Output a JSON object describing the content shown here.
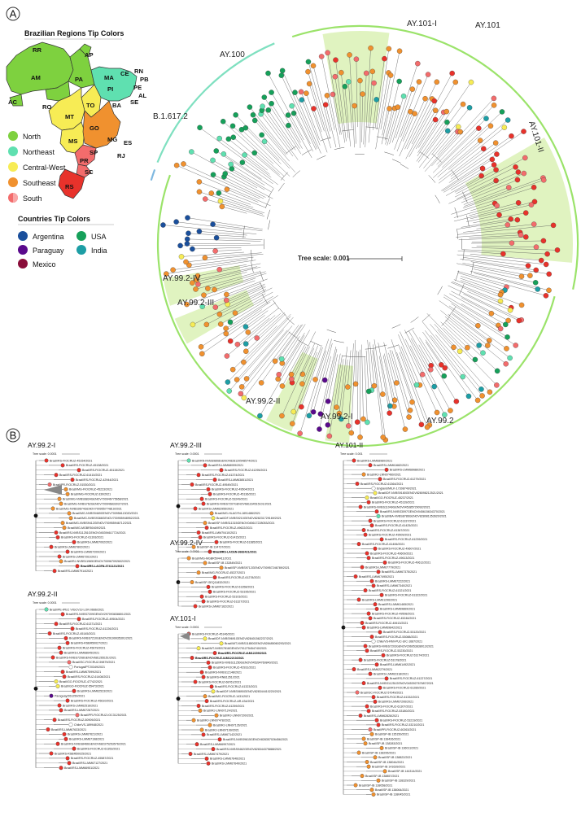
{
  "panel_a": {
    "label": "A",
    "regions_title": "Brazilian Regions Tip Colors",
    "regions": [
      {
        "name": "North",
        "color": "#7ed13f"
      },
      {
        "name": "Northeast",
        "color": "#5fe0b0"
      },
      {
        "name": "Central-West",
        "color": "#f7ec55"
      },
      {
        "name": "Southeast",
        "color": "#f0912f"
      },
      {
        "name": "South",
        "color": "#f36c6c"
      }
    ],
    "countries_title": "Countries Tip Colors",
    "countries": [
      {
        "name": "Argentina",
        "color": "#1a4f9c"
      },
      {
        "name": "USA",
        "color": "#16a05a"
      },
      {
        "name": "Paraguay",
        "color": "#5a0a8c"
      },
      {
        "name": "India",
        "color": "#1d9ea5"
      },
      {
        "name": "Mexico",
        "color": "#8a0d3a"
      }
    ],
    "states": [
      "RR",
      "AP",
      "AM",
      "PA",
      "MA",
      "CE",
      "RN",
      "PB",
      "PI",
      "PE",
      "AL",
      "SE",
      "AC",
      "RO",
      "TO",
      "BA",
      "MT",
      "GO",
      "MG",
      "ES",
      "MS",
      "SP",
      "RJ",
      "PR",
      "SC",
      "RS"
    ],
    "clades": {
      "ay101": "AY.101",
      "ay101_1": "AY.101-I",
      "ay101_2": "AY.101-II",
      "ay100": "AY.100",
      "b1617": "B.1.617.2",
      "ay99_2": "AY.99.2",
      "ay99_2_1": "AY.99.2-I",
      "ay99_2_2": "AY.99.2-II",
      "ay99_2_3": "AY.99.2-III",
      "ay99_2_4": "AY.99.2-IV"
    },
    "tree_scale": "Tree scale: 0.001"
  },
  "panel_b": {
    "label": "B",
    "scale_text": "Tree scale: 0.0001",
    "ay101_scale_text": "Tree scale: 0.001",
    "subtrees": [
      {
        "title": "AY.99.2-I",
        "tips": [
          "Brazil/RS-FIOCRUZ-45154/2021",
          "Brazil/RS-FIOCRUZ-45138/2021",
          "Brazil/RS-FIOCRUZ-45115/2021",
          "Brazil/RS-FIOCRUZ-61410/2021",
          "Brazil/RS-FIOCRUZ-42944/2021",
          "Brazil/PR-FIOCRUZ-51530/2021",
          "Brazil/MG-FIOCRUZ-45223/2021",
          "Brazil/MG-FIOCRUZ-339/2021",
          "Brazil/MG-NVBS6834GENOV700946775658/2021",
          "Brazil/MG-NVBS762GENOV700946833037/2021",
          "Brazil/MG-NVBS9674GENOV700955774819/2021",
          "Brazil/MG-NVBS9469GENOV700956113020/2021",
          "Brazil/MG-NVBS9388GENOV700955948952/2021",
          "Brazil/MG-NVBS9412GENOV700955946712/2021",
          "Brazil/MG-MGBR50409/2021",
          "Brazil/RS-NVBS11251GENOV045394617724/2021",
          "Brazil/RS-FIOCRUZ-61393/2021",
          "Brazil/RS-LMM67092/2021",
          "Brazil/RS-LMM67802/2021",
          "Brazil/RS-LMM67209/2021",
          "Brazil/RS-LMM67261/2021",
          "Brazil/RJ-NVBS11965GENOV700967092602/2021"
        ],
        "highlight": [
          "Brazil/RS-LACEN-3741121/2021"
        ],
        "last": [
          "Brazil/RS-LMM67914/2021"
        ]
      },
      {
        "title": "AY.99.2-II",
        "tips": [
          "Brazil/PE-IPEC VIGCV19 LON 0666/2021",
          "Brazil/RS-NVBS7209GENOV297093838801/2021",
          "Brazil/RS-FIOCRUZ-49504/2021",
          "Brazil/RS-FIOCRUZ-61371/2021",
          "Brazil/RS-FIOCRUZ-61226/2021",
          "Brazil/RS-FIOCRUZ-45145/2021",
          "Brazil/RS-NVBS7210GENOV29199935301/2021",
          "Brazil/RS-RSBR50027/2021",
          "Brazil/RS-FIOCRUZ-45679/2021",
          "Brazil/RS-LMM68645/2021",
          "Brazil/RS-NVBS7208GENOV681265151/2021",
          "Brazil/SC-FIOCRUZ-59879/2021",
          "Portugal/PT20349/2021",
          "Brazil/RS-LMM67599/2021",
          "Brazil/RS-FIOCRUZ-61408/2021",
          "Brazil/GO-FIOCRUZ-47742/2021",
          "Brazil/GO-FIOCRUZ-55473/2021",
          "Brazil/RS-LMM62523/2021",
          "Paraguay/261250/2021",
          "Brazil/RS-FIOCRUZ-45610/2021",
          "Brazil/RS-LMM62516/2021",
          "Brazil/RS-LMM67287/2021",
          "Brazil/PR-FIOCRUZ-IOC3125/2021",
          "Brazil/RS-FIOCRUZ-50909/2021",
          "Chile/VS-189948/2021",
          "Brazil/RS-LMM67633/2021",
          "Brazil/RS-LMM67621/2021",
          "Brazil/RS-LMM67198/2021",
          "Brazil/RS-NVBS8466GENOV682375253576/2021",
          "Brazil/RS-FIOCRUZ-61353/2021",
          "Brazil/RS-RSBR50025/2021",
          "Brazil/RS-FIOCRUZ-45587/2021",
          "Brazil/RS-LMM67127/2021"
        ],
        "highlight": [],
        "last": [
          "Brazil/RS-LMM66951/2021"
        ]
      },
      {
        "title": "AY.99.2-III",
        "tips": [
          "Brazil/RN-NVBS9808GENOV828120548574/2021",
          "Brazil/RS-LMM68059/2021",
          "Brazil/RS-FIOCRUZ-61295/2021",
          "Brazil/RS-FIOCRUZ-61374/2021",
          "Brazil/RS-LMM63851/2021",
          "Brazil/RS-FIOCRUZ-49549/2021",
          "Brazil/RS-FIOCRUZ-49504/2021",
          "Brazil/RS-FIOCRUZ-45136/2021",
          "Brazil/RS-FIOCRUZ-53249/2021",
          "Brazil/RS-NVBS7207GENOV681164515101/2021",
          "Brazil/RS-LMM62955/2021",
          "Brazil/MG-HLAGYN-1891486/2021",
          "Brazil/DF-NVBS9210GENOV828231729169/2021",
          "Brazil/SP-NVBS11315GENOV045617228053/2021",
          "Brazil/RS-FIOCRUZ-49622/2021",
          "Brazil/RS-LMM70410/2021",
          "Brazil/RS-FIOCRUZ-61415/2021",
          "Brazil/RS-FIOCRUZ-61385/2021",
          "Brazil/SP-IB 134737/2021"
        ],
        "highlight": [
          "Brazil/RS-LACEN-3682421/2021"
        ],
        "last": []
      },
      {
        "title": "AY.99.2-IV",
        "tips": [
          "Brazil/MG-MGBR504411/2021",
          "Brazil/SP-IB 132849/2021",
          "Brazil/SP-NVBS9712GENOV700957246789/2021",
          "Brazil/MG-FIOCRUZ-45227/2021",
          "Brazil/RS-FIOCRUZ-61278/2021",
          "Brazil/SP-SEQ11832/2021",
          "Brazil/RS-FIOCRUZ-61358/2021",
          "Brazil/RS-FIOCRUZ-53195/2021",
          "Brazil/RS-FIOCRUZ-53103/2021",
          "Brazil/RS-FIOCRUZ-61327/2021",
          "Brazil/RS-LMM67162/2021"
        ],
        "highlight": [],
        "last": []
      },
      {
        "title": "AY.101-I",
        "tips": [
          "Brazil/RS-FIOCRUZ-45146/2021",
          "Brazil/DF-NVBS9691GENOV828401562237/2021",
          "Brazil/MT-NVBS11850GENOV828485060293/2021",
          "Brazil/MT-NVBS7818GENOV701275454740/2021"
        ],
        "highlight": [
          "Brazil/RS-FIOCRUZ-IAM12209/2021",
          "Brazil/RS-FIOCRUZ-IAM12210/2021"
        ],
        "tips2": [
          "Brazil/RS-NVBS11250GENOV045394760840/2021",
          "Brazil/RS-FIOCRUZ-42931/2021",
          "Brazil/RS-NVBS12148/2021",
          "Brazil/RS-RNB1351/2021",
          "Brazil/RS-FIOCRUZ-68761/2021",
          "Brazil/RS-FIOCRUZ-61323/2021",
          "Brazil/DF-NVBS9890GENOV828344410220/2021",
          "Brazil/MG-FIOCRUZ-1431/2021",
          "Brazil/RS-FIOCRUZ-AR-434/2021",
          "Brazil/RS-FIOCRUZ-61259/2021",
          "Brazil/RJ-LNN07124/2021",
          "Brazil/RJ-LNN07200/2021",
          "Brazil/RJ-LNN07478/2021",
          "Brazil/RJ-LNN07126/2021",
          "Brazil/RJ-LNN07199/2021",
          "Brazil/RS-LMM67142/2021",
          "Brazil/RS-NVBS9615GENOV828357026456/2021",
          "Brazil/RS-LMM66997/2021",
          "Brazil/RS-NVBS9462GENOV828344375888/2021",
          "Brazil/RS-LMM67479/2021",
          "Brazil/RS-LMM67646/2021",
          "Brazil/RS-LMM67649/2021"
        ],
        "last": []
      },
      {
        "title": "AY.101-II",
        "tips": [
          "Brazil/RS-LMM68980/2021",
          "Brazil/RS-LMM61682/2021",
          "Brazil/RS-LMM68988/2021",
          "Brazil/RJ-LNN07460/2021",
          "Brazil/RS-FIOCRUZ-61279/2021",
          "Brazil/RS-FIOCRUZ-61364/2021",
          "England/MILK-17308749/2021",
          "Brazil/DF-NVBS9180GENOV828098212521/2021",
          "Brazil/GO-FIOCRUZ-45237/2021",
          "Brazil/RS-FIOCRUZ-45139/2021",
          "Brazil/RS-NVBS11049GENOV045385729092/2021",
          "Brazil/RS-NVBS3097GENOV045615634370/2021",
          "Brazil/BA-NVBS8786GENOV828081353620/2021",
          "Brazil/RS-FIOCRUZ-61337/2021",
          "Brazil/RS-FIOCRUZ-61425/2021",
          "Brazil/RS-FIOCRUZ-61367/2021",
          "Brazil/RS-FIOCRUZ-49509/2021",
          "Brazil/RS-FIOCRUZ-61239/2021",
          "Brazil/RS-FIOCRUZ-61406/2021",
          "Brazil/RS-FIOCRUZ-49607/2021",
          "Brazil/RS-FIOCRUZ-49609/2021",
          "Brazil/RS-FIOCRUZ-49613/2021",
          "Brazil/RS-FIOCRUZ-49612/2021",
          "Brazil/RS-LMM67779/2021",
          "Brazil/RS-LMM67375/2021",
          "Brazil/RS-LMM67495/2021",
          "Brazil/RS-LMM67222/2021",
          "Brazil/RS-LMM67340/2021",
          "Brazil/RS-FIOCRUZ-61321/2021",
          "Brazil/RS-FIOCRUZ-61322/2021",
          "Brazil/RS-LMM61296/2021",
          "Brazil/RS-LMM61465/2021",
          "Brazil/RS-LMM69869/2021",
          "Brazil/RS-FIOCRUZ-49508/2021",
          "Brazil/RS-FIOCRUZ-45246/2021",
          "Brazil/RS-FIOCRUZ-40613/2021",
          "Brazil/RS-LMM69842/2021",
          "Brazil/RS-FIOCRUZ-53120/2021",
          "Brazil/RS-FIOCRUZ-53088/2021",
          "Chile/VS-RMI-PUC-UIC-1687/2021",
          "Brazil/RS-NVBS7203GENOV296053838013/2021",
          "Brazil/RS-FIOCRUZ-53230/2021",
          "Brazil/RS-FIOCRUZ-53174/2021",
          "Brazil/RS-FIOCRUZ-53178/2021",
          "Brazil/RS-LMM61492/2021",
          "Brazil/RS-LMM62279/2021",
          "Brazil/RS-LMM62318/2021",
          "Brazil/RS-FIOCRUZ-61227/2021",
          "Brazil/RS-NVBS11251GENOV045392767687/2021",
          "Brazil/RS-FIOCRUZ-61289/2021",
          "Brazil/SC-FIOCRUZ-57049/2021",
          "Brazil/RS-FIOCRUZ-61332/2021",
          "Brazil/RS-LMM67206/2021",
          "Brazil/RS-FIOCRUZ-61307/2021",
          "Brazil/RS-FIOCRUZ-53180/2021",
          "Brazil/RS-LMM62828/2021",
          "Brazil/RS-FIOCRUZ-53219/2021",
          "Brazil/RS-FIOCRUZ-53210/2021",
          "Brazil/PR-FIOCRUZ-60263/2021",
          "Brazil/SP-IB 135150/2021",
          "Brazil/SP-IB 138426/2021",
          "Brazil/SP-IB 138283/2021",
          "Brazil/SP-IB 136011/2021",
          "Brazil/SP-IB 138295/2021",
          "Brazil/SP-IB 138822/2021",
          "Brazil/SP-IB 138044/2021",
          "Brazil/SP-IB 141639/2021",
          "Brazil/SP-IB 144314/2021",
          "Brazil/SP-IB 138857/2021",
          "Brazil/SP-IB 138329/2021",
          "Brazil/SP-IB 138058/2021",
          "Brazil/SP-IB 138064/2021",
          "Brazil/SP-IB 138045/2021"
        ],
        "highlight": [],
        "last": []
      }
    ]
  }
}
